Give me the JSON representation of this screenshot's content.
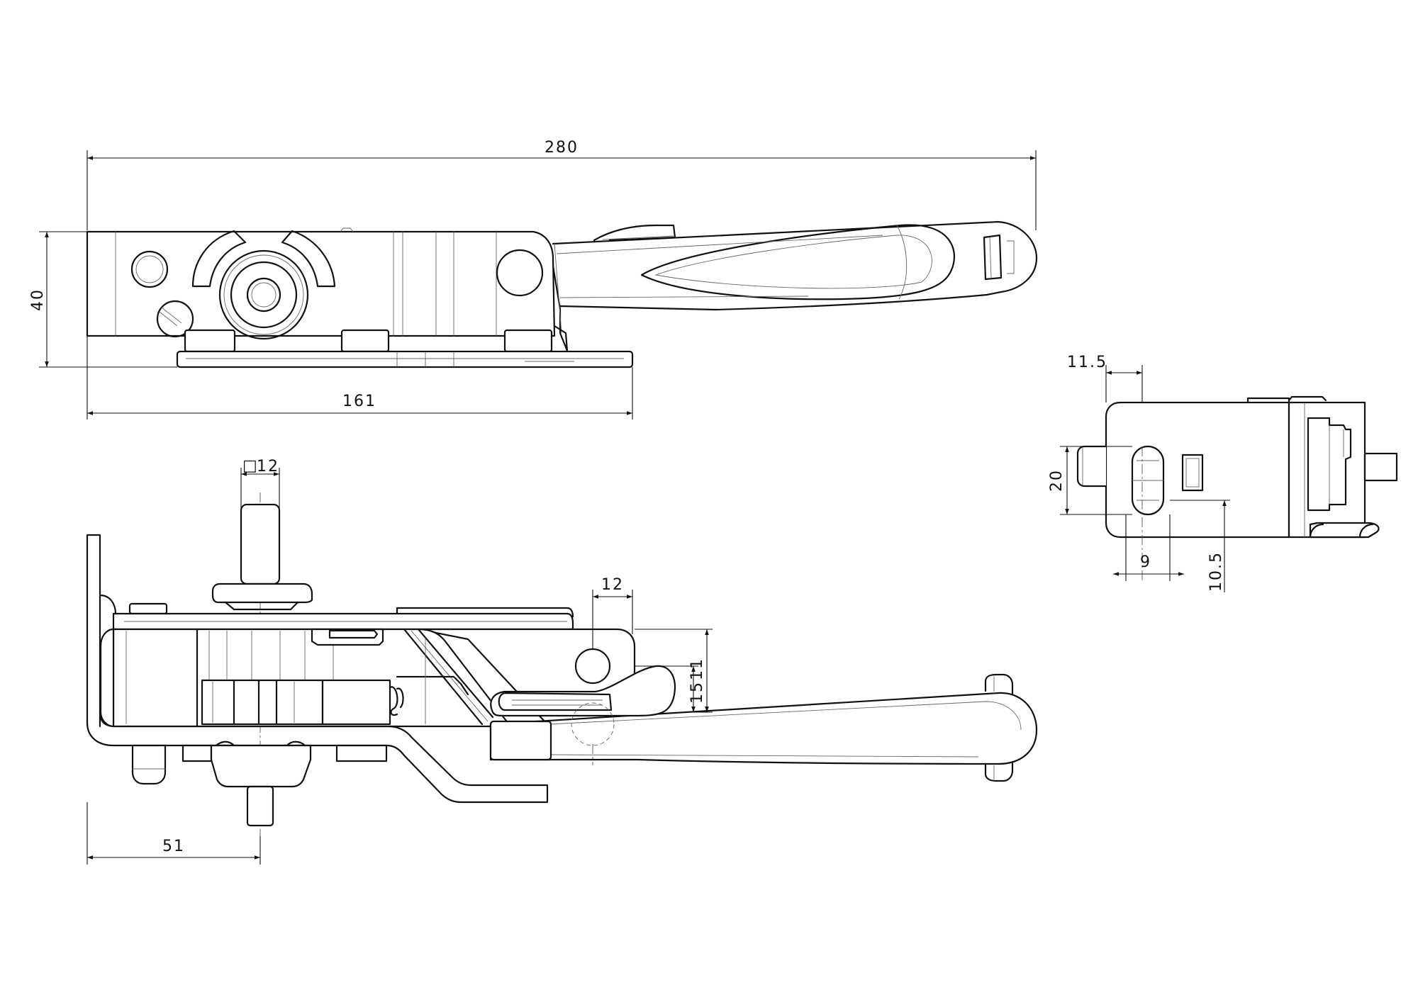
{
  "dimensions": {
    "overall_length": "280",
    "height": "40",
    "base_length": "161",
    "square_size": "12",
    "lever_offset": "12",
    "offset_a": "15",
    "offset_b": "11",
    "spindle_position": "51",
    "end_offset": "11.5",
    "slot_height": "20",
    "slot_width": "9",
    "slot_offset": "10.5"
  },
  "symbols": {
    "square": "□"
  }
}
